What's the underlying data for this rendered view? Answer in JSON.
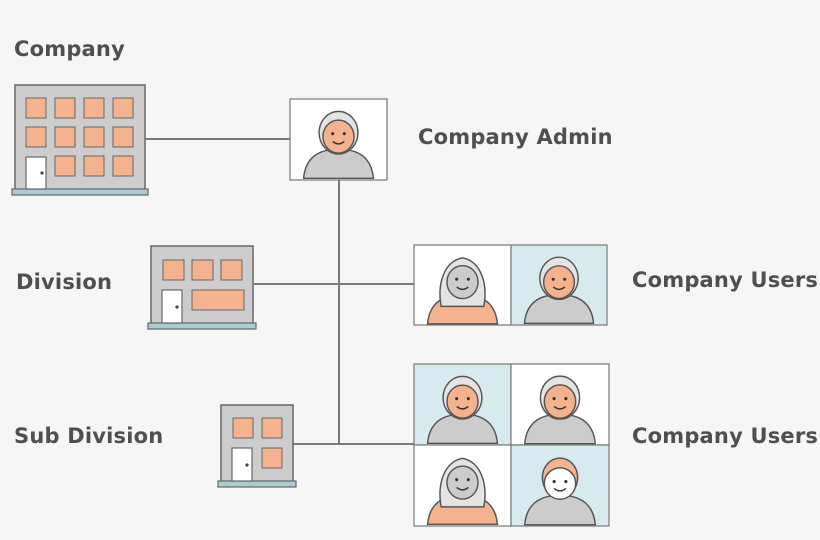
{
  "labels": {
    "company": "Company",
    "division": "Division",
    "sub_division": "Sub Division",
    "company_admin": "Company Admin",
    "company_users_division": "Company Users",
    "company_users_subdivision": "Company Users"
  },
  "colors": {
    "background": "#f6f6f6",
    "line": "#7a7a7a",
    "building_fill": "#cdcdcd",
    "building_base": "#a9cdd3",
    "window": "#f5b28e",
    "skin": "#f5b28e",
    "body_gray": "#cccccc",
    "hair_light": "#e4e4e4",
    "tile_white": "#ffffff",
    "tile_blue": "#d7ebee",
    "text": "#4f4f4f"
  },
  "icons": {
    "company": "office-building-icon",
    "division": "building-icon",
    "sub_division": "small-building-icon",
    "user": "user-avatar-icon"
  }
}
